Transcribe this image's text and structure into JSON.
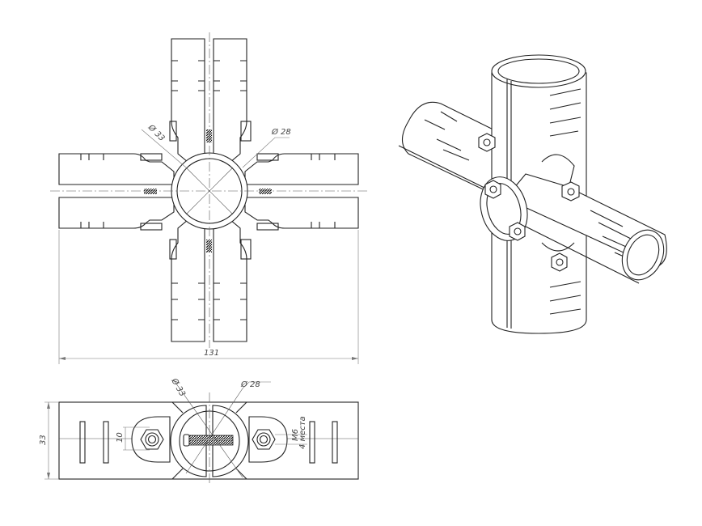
{
  "drawing": {
    "top_view": {
      "dim_outer_diameter": "Ø 33",
      "dim_inner_diameter": "Ø 28",
      "dim_overall_width": "131"
    },
    "side_view": {
      "dim_outer_diameter": "Ø 33",
      "dim_inner_diameter": "Ø 28",
      "dim_height": "33",
      "dim_nut_width": "10",
      "thread_label": "M6",
      "thread_count_label": "4 места"
    },
    "colors": {
      "line": "#222222",
      "dimension": "#777777"
    }
  }
}
